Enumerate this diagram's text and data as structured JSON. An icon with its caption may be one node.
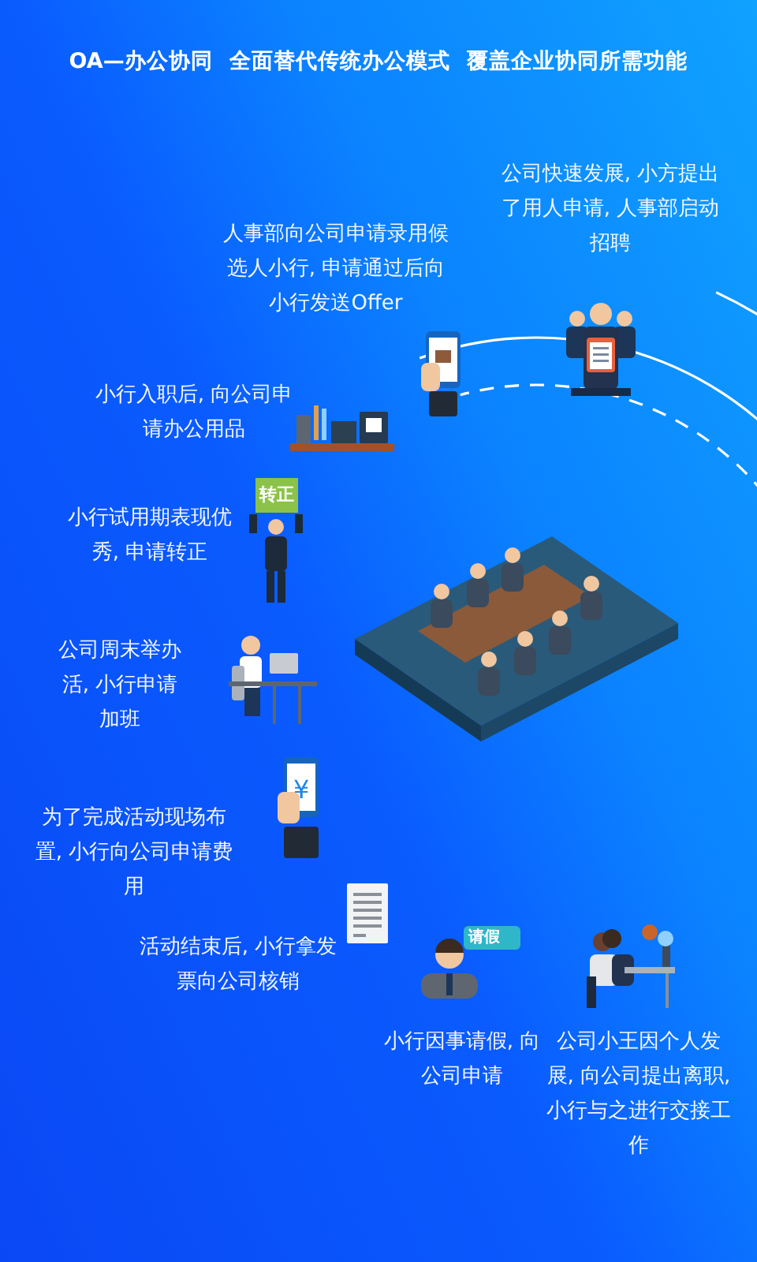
{
  "diagram": {
    "title": "OA—办公协同 全面替代传统办公模式 覆盖企业协同所需功能",
    "labels": [
      "公司快速发展, 小方提出了用人申请, 人事部启动招聘",
      "人事部向公司申请录用候选人小行, 申请通过后向小行发送Offer",
      "小行入职后, 向公司申请办公用品",
      "转正",
      "小行试用期表现优秀, 申请转正",
      "公司周末举办活, 小行申请加班",
      "¥",
      "为了完成活动现场布置, 小行向公司申请费用",
      "请假",
      "活动结束后, 小行拿发票向公司核销",
      "小行因事请假, 向公司申请",
      "公司小王因个人发展, 向公司提出离职, 小行与之进行交接工作"
    ]
  }
}
